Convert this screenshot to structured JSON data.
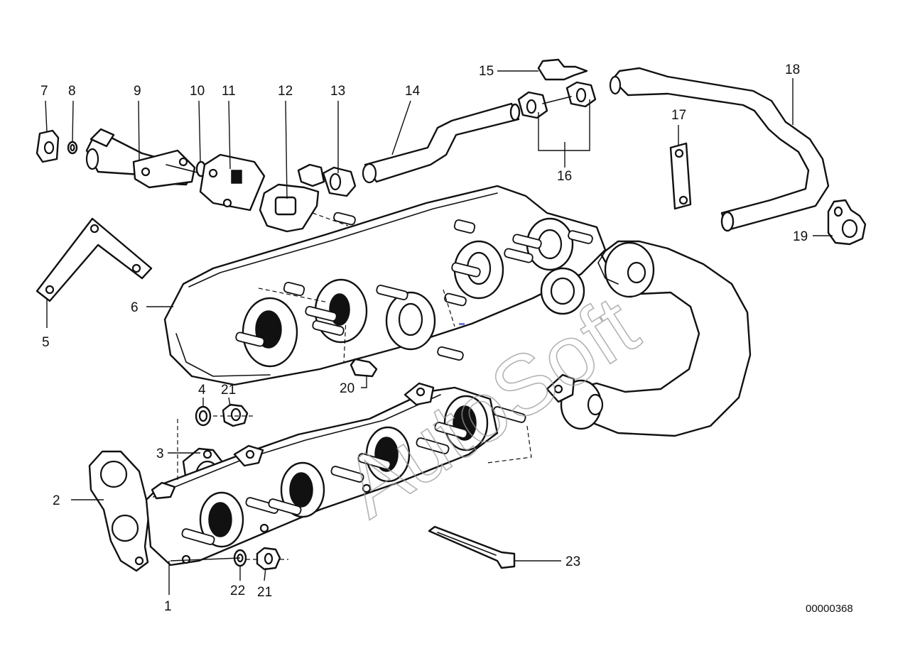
{
  "callouts": [
    {
      "id": "1",
      "label": "1"
    },
    {
      "id": "2",
      "label": "2"
    },
    {
      "id": "3",
      "label": "3"
    },
    {
      "id": "4",
      "label": "4"
    },
    {
      "id": "5",
      "label": "5"
    },
    {
      "id": "6",
      "label": "6"
    },
    {
      "id": "7",
      "label": "7"
    },
    {
      "id": "8",
      "label": "8"
    },
    {
      "id": "9",
      "label": "9"
    },
    {
      "id": "10",
      "label": "10"
    },
    {
      "id": "11",
      "label": "11"
    },
    {
      "id": "12",
      "label": "12"
    },
    {
      "id": "13",
      "label": "13"
    },
    {
      "id": "14",
      "label": "14"
    },
    {
      "id": "15",
      "label": "15"
    },
    {
      "id": "16",
      "label": "16"
    },
    {
      "id": "17",
      "label": "17"
    },
    {
      "id": "18",
      "label": "18"
    },
    {
      "id": "19",
      "label": "19"
    },
    {
      "id": "20",
      "label": "20"
    },
    {
      "id": "21a",
      "label": "21"
    },
    {
      "id": "21b",
      "label": "21"
    },
    {
      "id": "22",
      "label": "22"
    },
    {
      "id": "23",
      "label": "23"
    }
  ],
  "document_number": "00000368",
  "watermark": "AutoSoft",
  "colors": {
    "line": "#111111",
    "background": "#ffffff",
    "watermark": "#9a9a9a"
  }
}
